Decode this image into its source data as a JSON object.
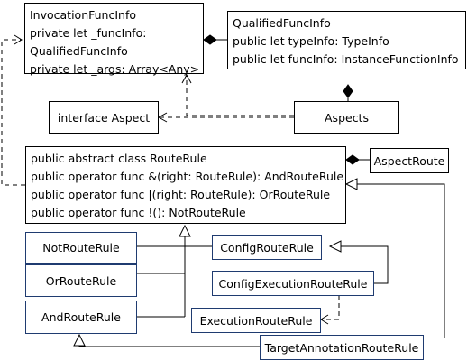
{
  "boxes": {
    "invocation_func_info": [
      "InvocationFuncInfo",
      "private let _funcInfo:",
      "QualifiedFuncInfo",
      "private let _args: Array<Any>"
    ],
    "qualified_func_info": [
      "QualifiedFuncInfo",
      "public let typeInfo: TypeInfo",
      "public let funcInfo: InstanceFunctionInfo"
    ],
    "interface_aspect": "interface Aspect",
    "aspects": "Aspects",
    "route_rule": [
      "public abstract class RouteRule",
      "public operator func &(right: RouteRule): AndRouteRule",
      "public operator func |(right: RouteRule): OrRouteRule",
      "public operator func !(): NotRouteRule"
    ],
    "aspect_route": "AspectRoute",
    "not_route_rule": "NotRouteRule",
    "or_route_rule": "OrRouteRule",
    "and_route_rule": "AndRouteRule",
    "config_route_rule": "ConfigRouteRule",
    "config_execution_route_rule": "ConfigExecutionRouteRule",
    "execution_route_rule": "ExecutionRouteRule",
    "target_annotation_route_rule": "TargetAnnotationRouteRule"
  }
}
